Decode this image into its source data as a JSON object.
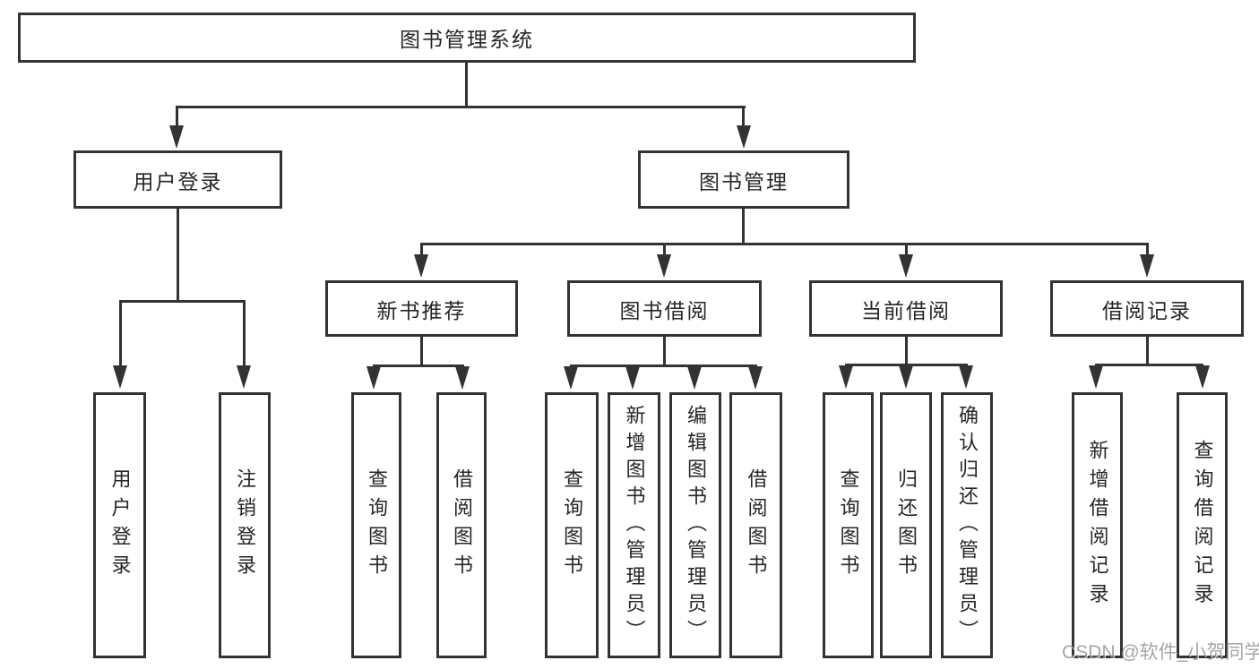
{
  "diagram": {
    "root": "图书管理系统",
    "branches": [
      {
        "label": "用户登录",
        "leaves": [
          "用户登录",
          "注销登录"
        ]
      },
      {
        "label": "图书管理",
        "children": [
          {
            "label": "新书推荐",
            "leaves": [
              "查询图书",
              "借阅图书"
            ]
          },
          {
            "label": "图书借阅",
            "leaves": [
              "查询图书",
              "新增图书（管理员）",
              "编辑图书（管理员）",
              "借阅图书"
            ]
          },
          {
            "label": "当前借阅",
            "leaves": [
              "查询图书",
              "归还图书",
              "确认归还（管理员）"
            ]
          },
          {
            "label": "借阅记录",
            "leaves": [
              "新增借阅记录",
              "查询借阅记录"
            ]
          }
        ]
      }
    ]
  },
  "watermark": {
    "text": "CSDN @软件_小贺同学"
  },
  "colors": {
    "line": "#333333",
    "text": "#262626",
    "background": "#ffffff",
    "watermark": "#8d8d8d"
  }
}
